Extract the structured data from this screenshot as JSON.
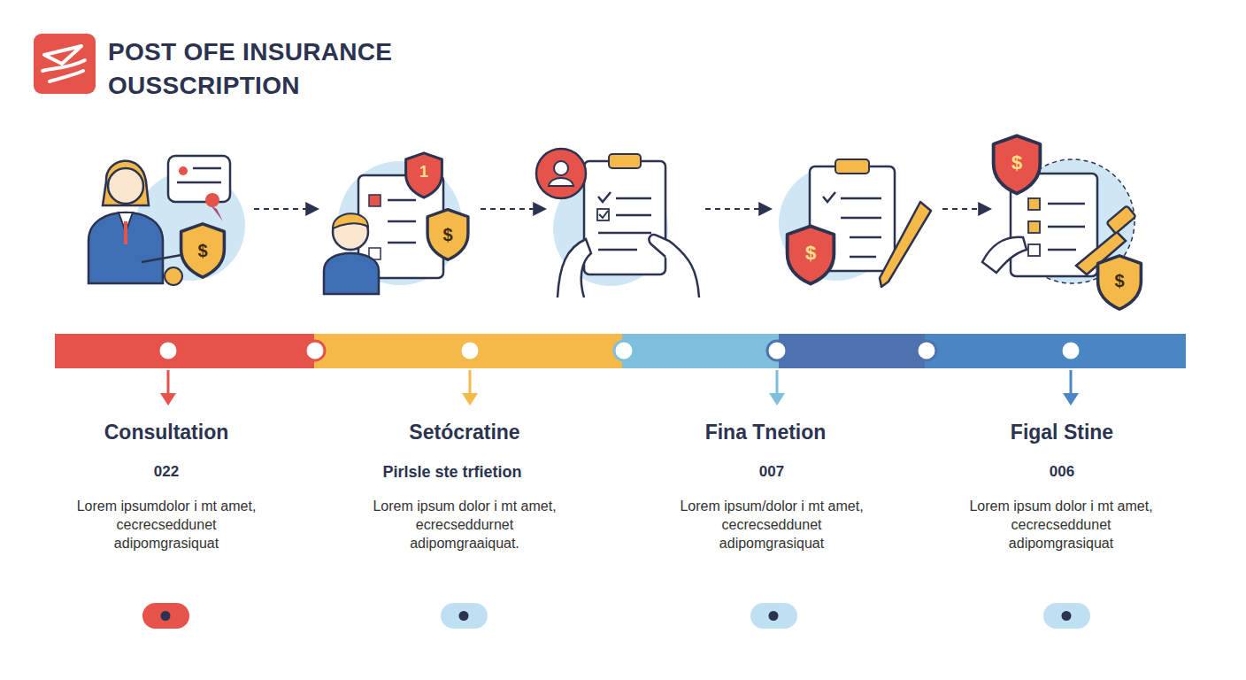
{
  "diagram": {
    "title": "POST OFE INSURANCE OUSSCRIPTION",
    "labels": [
      "$",
      "1",
      "$",
      "$",
      "$",
      "$",
      "Consultation",
      "022",
      "Lorem ipsumdolor i mt amet, cecrecseddunet adipomgrasiquat",
      "Setócratine",
      "Pirlsle ste trfietion",
      "Lorem ipsum dolor i mt amet, ecrecseddurnet adipomgraaiquat.",
      "Fina Tnetion",
      "007",
      "Lorem ipsum/dolor i mt amet, cecrecseddunet adipomgrasiquat",
      "Figal Stine",
      "006",
      "Lorem ipsum dolor i mt amet, cecrecseddunet adipomgrasiquat"
    ]
  }
}
